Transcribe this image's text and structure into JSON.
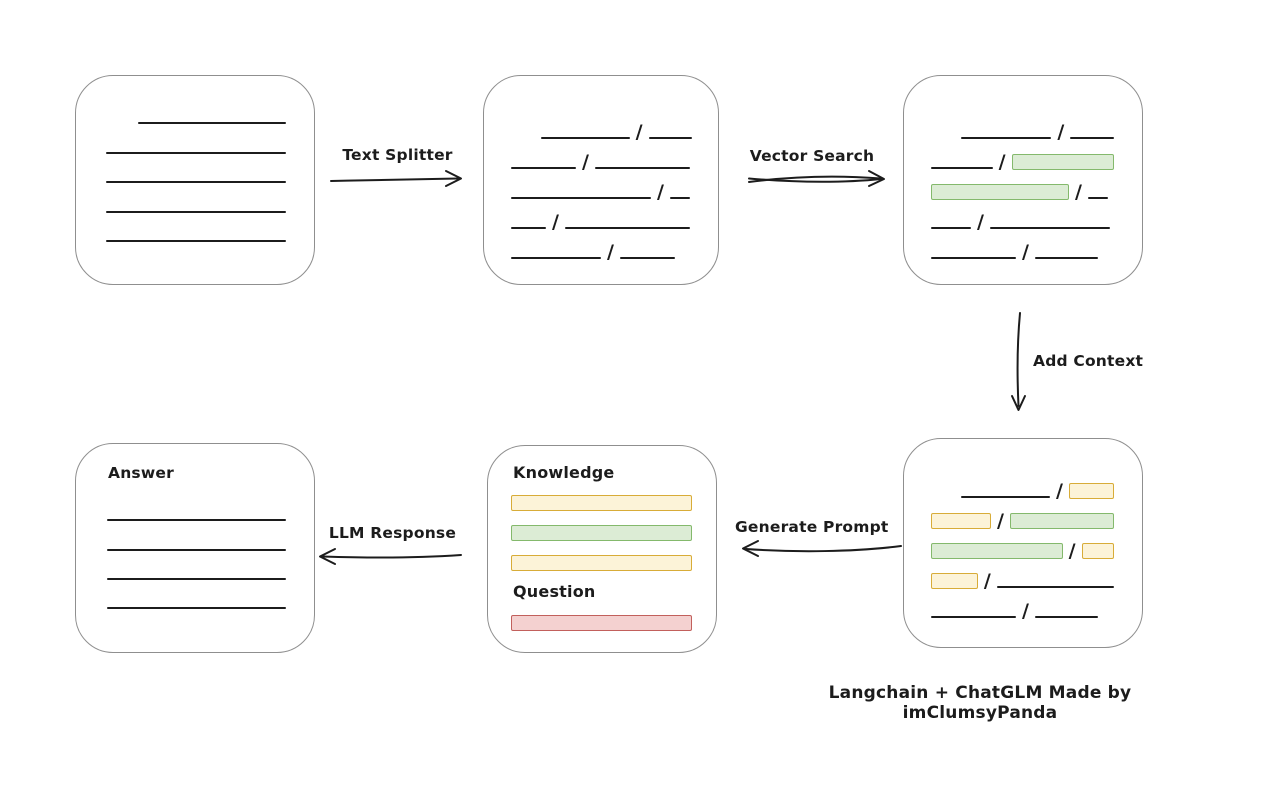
{
  "diagram": {
    "caption": "Langchain + ChatGLM Made by imClumsyPanda",
    "glyphs": {
      "slash": "/"
    },
    "labels": {
      "text_splitter": "Text Splitter",
      "vector_search": "Vector Search",
      "add_context": "Add Context",
      "generate_prompt": "Generate Prompt",
      "llm_response": "LLM Response"
    },
    "prompt_box": {
      "knowledge": "Knowledge",
      "question": "Question"
    },
    "answer_box": {
      "title": "Answer"
    },
    "colors": {
      "green_fill": "#dcecd5",
      "green_border": "#84b96c",
      "yellow_fill": "#fcf3d8",
      "yellow_border": "#d8ac38",
      "red_fill": "#f4d1d0",
      "red_border": "#c2605c",
      "box_border": "#8f8f8f",
      "ink": "#1c1c1c"
    }
  }
}
